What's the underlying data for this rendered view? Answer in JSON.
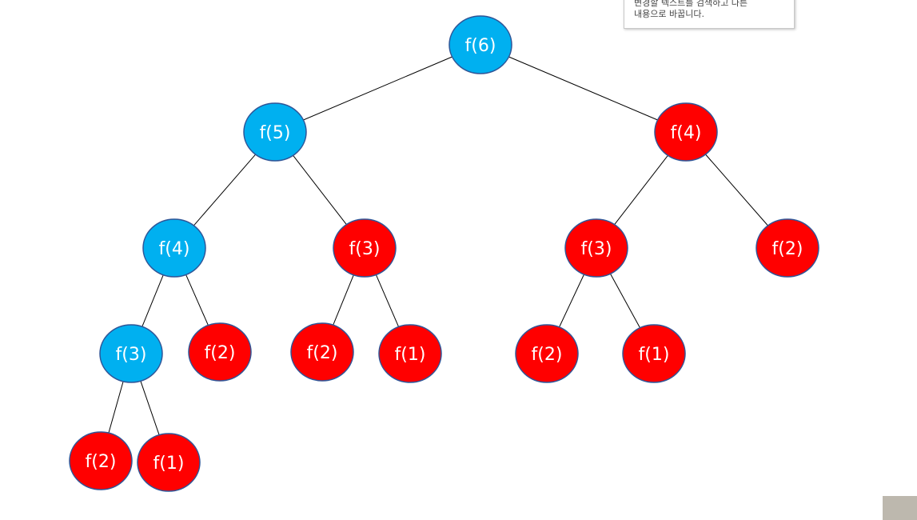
{
  "colors": {
    "memo_path": "#00b0f0",
    "recomputed": "#ff0000",
    "stroke": "#2f5597",
    "edge": "#000000"
  },
  "tooltip": {
    "line1": "변경할 텍스트를 검색하고 다른",
    "line2": "내용으로 바꿉니다."
  },
  "tree": {
    "nodes": [
      {
        "id": "n0",
        "label": "f(6)",
        "kind": "memo_path"
      },
      {
        "id": "n1",
        "label": "f(5)",
        "kind": "memo_path"
      },
      {
        "id": "n2",
        "label": "f(4)",
        "kind": "recomputed"
      },
      {
        "id": "n3",
        "label": "f(4)",
        "kind": "memo_path"
      },
      {
        "id": "n4",
        "label": "f(3)",
        "kind": "recomputed"
      },
      {
        "id": "n5",
        "label": "f(3)",
        "kind": "recomputed"
      },
      {
        "id": "n6",
        "label": "f(2)",
        "kind": "recomputed"
      },
      {
        "id": "n7",
        "label": "f(3)",
        "kind": "memo_path"
      },
      {
        "id": "n8",
        "label": "f(2)",
        "kind": "recomputed"
      },
      {
        "id": "n9",
        "label": "f(2)",
        "kind": "recomputed"
      },
      {
        "id": "n10",
        "label": "f(1)",
        "kind": "recomputed"
      },
      {
        "id": "n11",
        "label": "f(2)",
        "kind": "recomputed"
      },
      {
        "id": "n12",
        "label": "f(1)",
        "kind": "recomputed"
      },
      {
        "id": "n13",
        "label": "f(2)",
        "kind": "recomputed"
      },
      {
        "id": "n14",
        "label": "f(1)",
        "kind": "recomputed"
      }
    ],
    "edges": [
      [
        "n0",
        "n1"
      ],
      [
        "n0",
        "n2"
      ],
      [
        "n1",
        "n3"
      ],
      [
        "n1",
        "n4"
      ],
      [
        "n2",
        "n5"
      ],
      [
        "n2",
        "n6"
      ],
      [
        "n3",
        "n7"
      ],
      [
        "n3",
        "n8"
      ],
      [
        "n4",
        "n9"
      ],
      [
        "n4",
        "n10"
      ],
      [
        "n5",
        "n11"
      ],
      [
        "n5",
        "n12"
      ],
      [
        "n7",
        "n13"
      ],
      [
        "n7",
        "n14"
      ]
    ]
  }
}
